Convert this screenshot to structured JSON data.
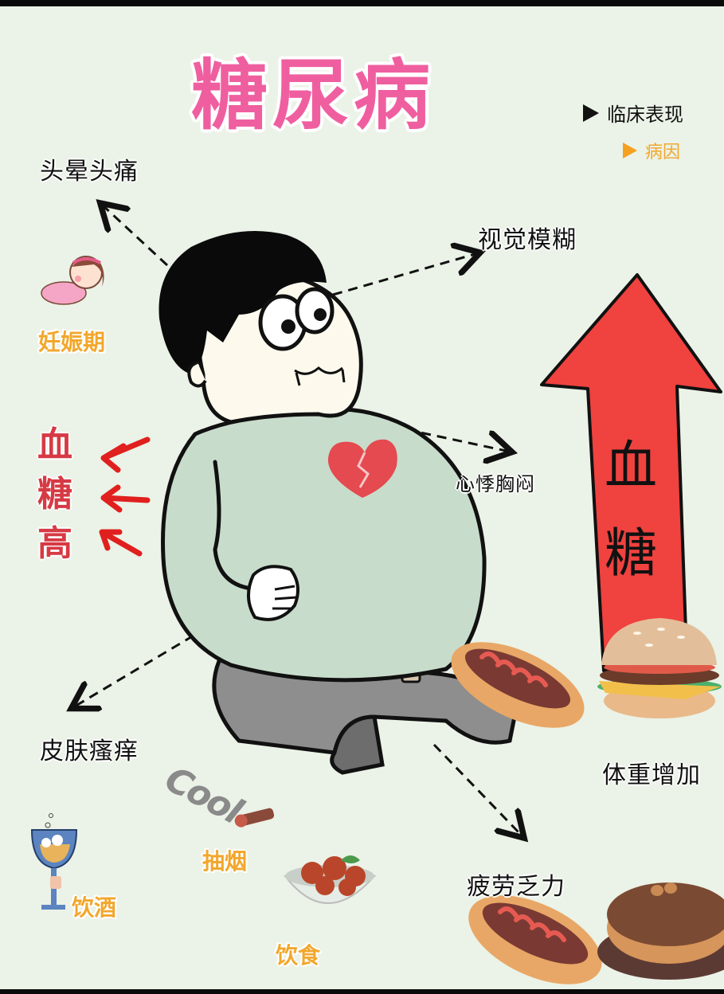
{
  "title": "糖尿病",
  "legend": [
    {
      "label": "临床表现",
      "marker": "black-triangle",
      "color": "#111111"
    },
    {
      "label": "病因",
      "marker": "orange-triangle",
      "color": "#f5a01e"
    }
  ],
  "symptoms": [
    {
      "label": "头晕头痛"
    },
    {
      "label": "视觉模糊"
    },
    {
      "label": "心悸胸闷"
    },
    {
      "label": "皮肤瘙痒"
    },
    {
      "label": "体重增加"
    },
    {
      "label": "疲劳乏力"
    }
  ],
  "causes": [
    {
      "label": "妊娠期"
    },
    {
      "label": "抽烟"
    },
    {
      "label": "饮酒"
    },
    {
      "label": "饮食"
    }
  ],
  "high_blood_sugar": {
    "chars": [
      "血",
      "糖",
      "高"
    ]
  },
  "big_arrow": {
    "chars": [
      "血",
      "糖"
    ],
    "color": "#f0423f"
  },
  "cool_text": "Cool",
  "colors": {
    "background": "#ebf2e7",
    "title": "#ef5fa0",
    "shirt": "#c8dccb",
    "pants": "#8e8e8e",
    "cause_label": "#f2a72c",
    "red_label": "#d63a44"
  }
}
